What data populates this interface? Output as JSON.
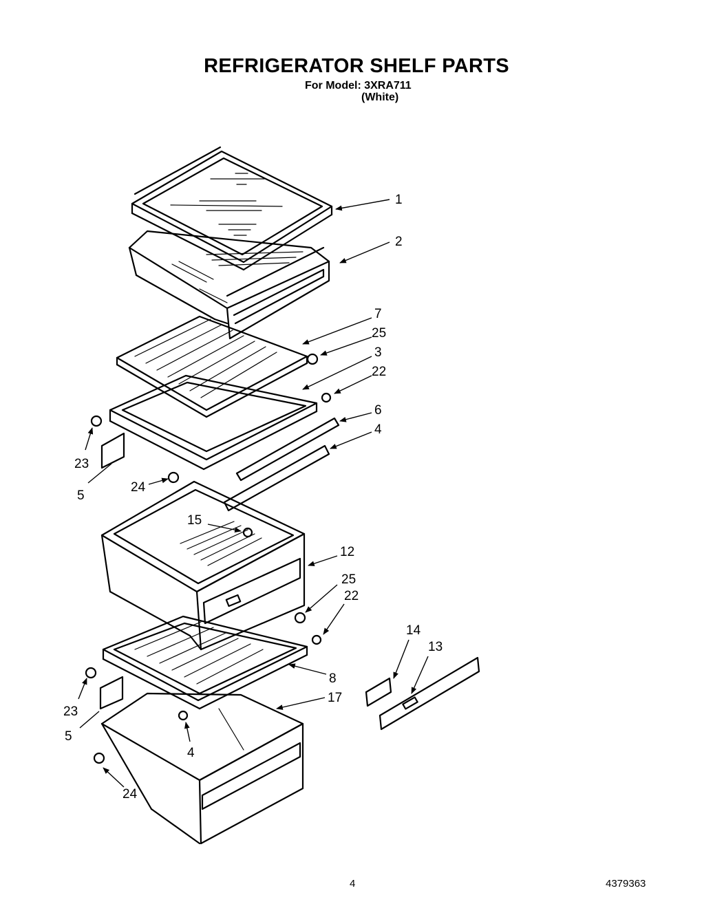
{
  "header": {
    "title": "REFRIGERATOR SHELF PARTS",
    "model_line": "For Model: 3XRA711",
    "variant": "(White)"
  },
  "footer": {
    "page_number": "4",
    "document_number": "4379363"
  },
  "callouts": {
    "c1": "1",
    "c2": "2",
    "c7": "7",
    "c25a": "25",
    "c3": "3",
    "c22a": "22",
    "c6": "6",
    "c4a": "4",
    "c23a": "23",
    "c5a": "5",
    "c24a": "24",
    "c15": "15",
    "c12": "12",
    "c25b": "25",
    "c22b": "22",
    "c14": "14",
    "c13": "13",
    "c8": "8",
    "c17": "17",
    "c23b": "23",
    "c5b": "5",
    "c4b": "4",
    "c24b": "24"
  }
}
